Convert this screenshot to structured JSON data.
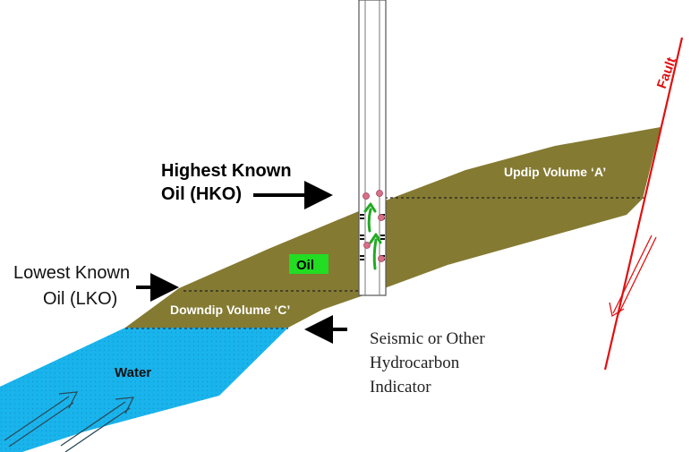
{
  "labels": {
    "hko_line1": "Highest Known",
    "hko_line2": "Oil (HKO)",
    "lko_line1": "Lowest Known",
    "lko_line2": "Oil (LKO)",
    "oil": "Oil",
    "water": "Water",
    "updip": "Updip Volume ‘A’",
    "downdip": "Downdip Volume ‘C’",
    "seismic_line1": "Seismic or Other",
    "seismic_line2": "Hydrocarbon",
    "seismic_line3": "Indicator",
    "fault": "Fault"
  },
  "colors": {
    "reservoir_fill": "#847a32",
    "water_fill": "#1ab4ec",
    "oil_badge": "#22dd22",
    "fault_line": "#e01010",
    "flow_arrow": "#22aa22",
    "gas_bubble": "#d87088"
  },
  "icons": {
    "hko_pointer": "arrow-right-icon",
    "lko_pointer": "arrow-right-icon",
    "seismic_pointer": "arrow-left-icon",
    "fault_slip": "arrow-down-left-icon",
    "inflow": "arrow-up-right-icon"
  }
}
